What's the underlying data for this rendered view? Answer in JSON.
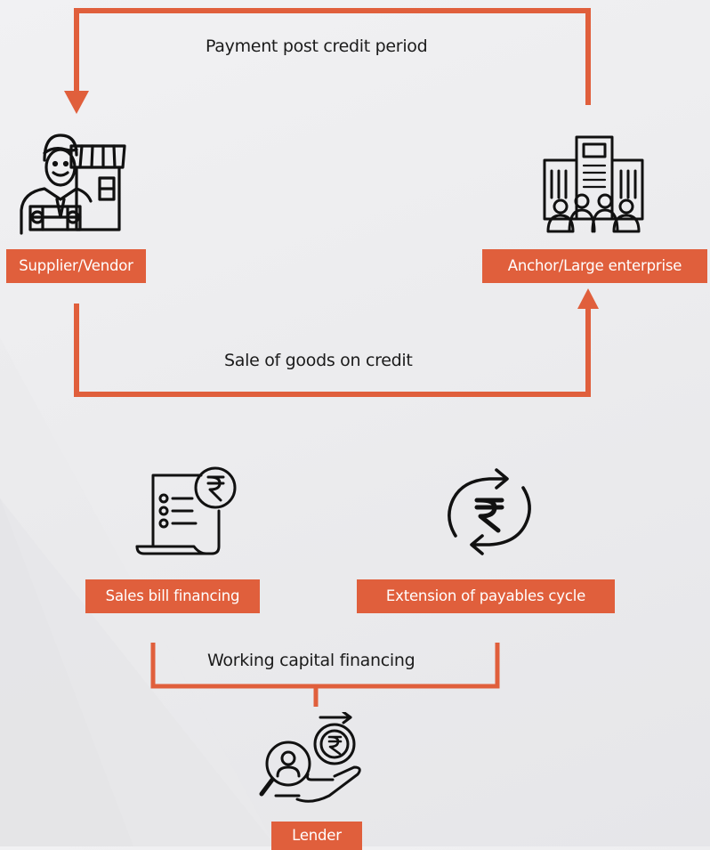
{
  "colors": {
    "accent": "#e05f3c",
    "icon_stroke": "#111111",
    "background": "#ececee"
  },
  "flow": {
    "top_caption": "Payment post credit period",
    "middle_caption": "Sale of goods on credit",
    "financing_caption": "Working capital financing"
  },
  "nodes": {
    "supplier": {
      "label": "Supplier/Vendor",
      "icon": "shopkeeper-icon"
    },
    "anchor": {
      "label": "Anchor/Large enterprise",
      "icon": "office-building-icon"
    },
    "sales_bill": {
      "label": "Sales bill financing",
      "icon": "rupee-invoice-icon"
    },
    "payables": {
      "label": "Extension of payables cycle",
      "icon": "rupee-cycle-icon"
    },
    "lender": {
      "label": "Lender",
      "icon": "lender-hand-coin-icon"
    }
  }
}
